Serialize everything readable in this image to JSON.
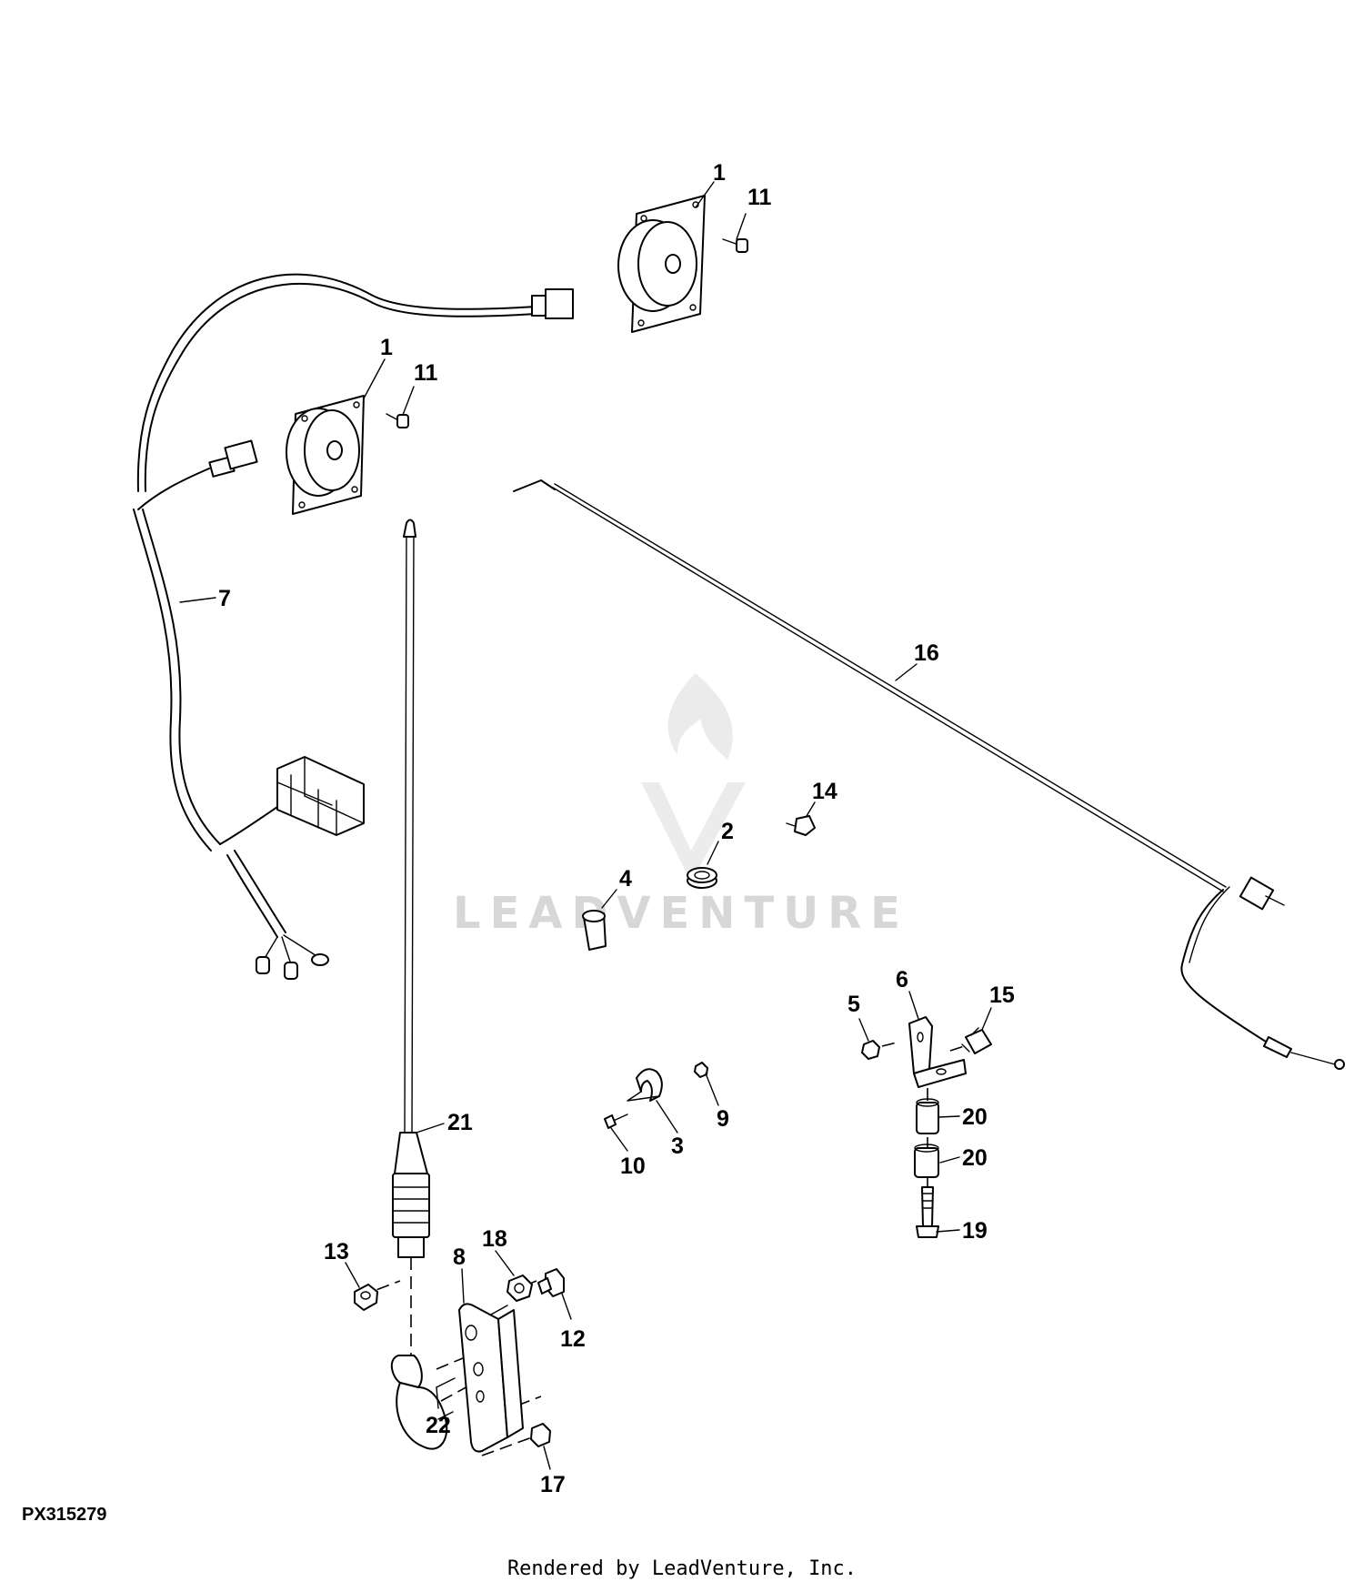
{
  "figure_id": "PX315279",
  "render_credit": "Rendered by LeadVenture, Inc.",
  "watermark": {
    "text": "LEADVENTURE"
  },
  "callouts": [
    {
      "key": "c1a",
      "label": "1"
    },
    {
      "key": "c11a",
      "label": "11"
    },
    {
      "key": "c1b",
      "label": "1"
    },
    {
      "key": "c11b",
      "label": "11"
    },
    {
      "key": "c7",
      "label": "7"
    },
    {
      "key": "c16",
      "label": "16"
    },
    {
      "key": "c14",
      "label": "14"
    },
    {
      "key": "c2",
      "label": "2"
    },
    {
      "key": "c4",
      "label": "4"
    },
    {
      "key": "c6",
      "label": "6"
    },
    {
      "key": "c5",
      "label": "5"
    },
    {
      "key": "c15",
      "label": "15"
    },
    {
      "key": "c9",
      "label": "9"
    },
    {
      "key": "c3",
      "label": "3"
    },
    {
      "key": "c10",
      "label": "10"
    },
    {
      "key": "c21",
      "label": "21"
    },
    {
      "key": "c20a",
      "label": "20"
    },
    {
      "key": "c20b",
      "label": "20"
    },
    {
      "key": "c19",
      "label": "19"
    },
    {
      "key": "c13",
      "label": "13"
    },
    {
      "key": "c8",
      "label": "8"
    },
    {
      "key": "c18",
      "label": "18"
    },
    {
      "key": "c12",
      "label": "12"
    },
    {
      "key": "c22",
      "label": "22"
    },
    {
      "key": "c17",
      "label": "17"
    }
  ]
}
